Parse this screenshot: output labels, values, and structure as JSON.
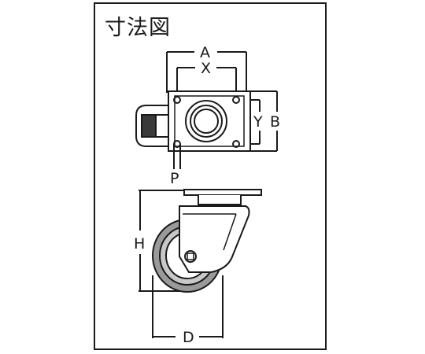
{
  "title": "寸法図",
  "labels": {
    "a": "A",
    "x": "X",
    "y": "Y",
    "b": "B",
    "p": "P",
    "h": "H",
    "d": "D"
  },
  "colors": {
    "line": "#1a1a1a",
    "dark_fill": "#3a3a3a",
    "mid_fill": "#9a9a9a",
    "light_fill": "#c8c8c8",
    "background": "#ffffff"
  }
}
